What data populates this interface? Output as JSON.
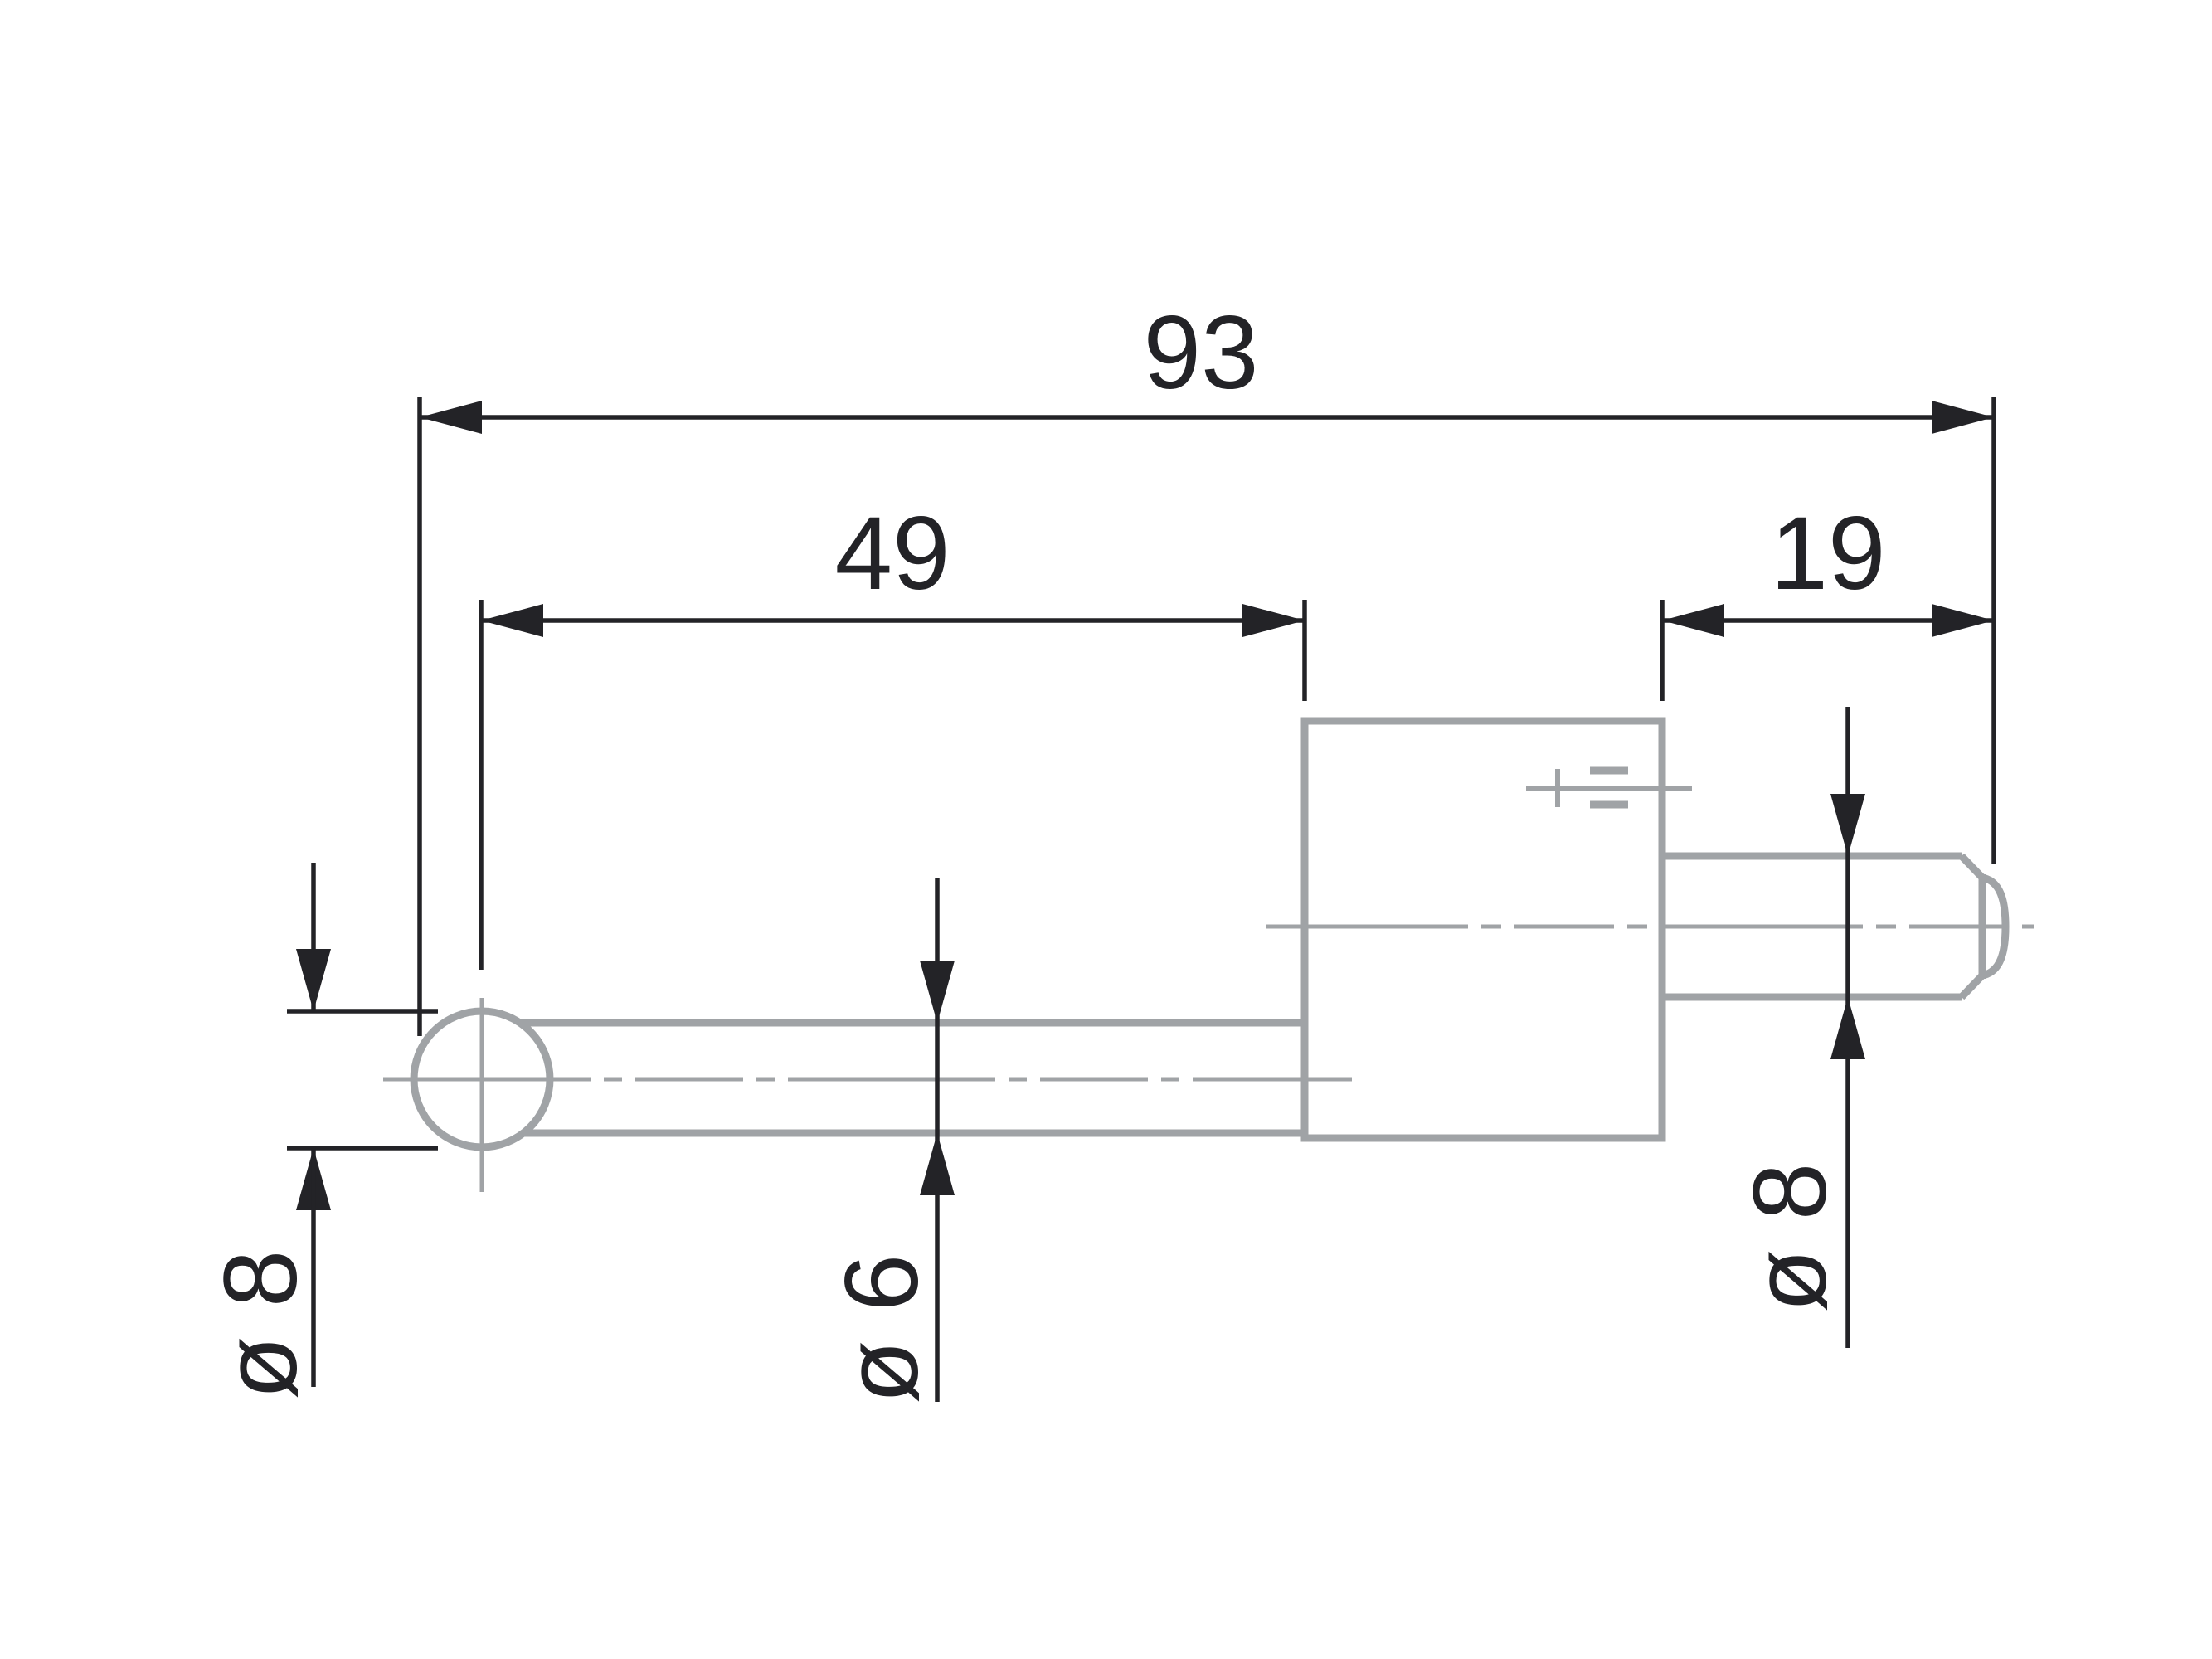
{
  "drawing": {
    "kind": "technical-drawing-stylus-side-view",
    "dimensions": {
      "overall_length": {
        "label": "93"
      },
      "ball_center_to_body": {
        "label": "49"
      },
      "stem_length": {
        "label": "19"
      },
      "ball_diameter": {
        "label": "ø 8"
      },
      "shaft_diameter": {
        "label": "ø 6"
      },
      "stem_diameter": {
        "label": "ø 8"
      }
    },
    "colors": {
      "dimension": "#232327",
      "part": "#a0a3a6",
      "background": "#ffffff"
    }
  }
}
